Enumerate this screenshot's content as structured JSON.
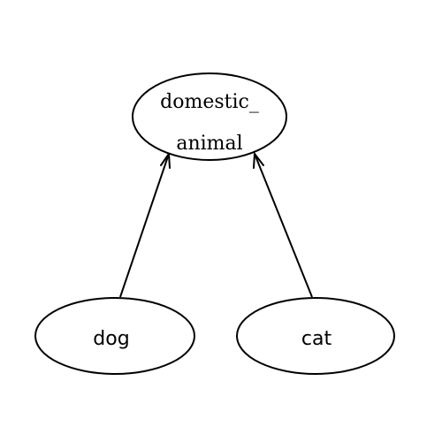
{
  "nodes": {
    "domestic_animal": {
      "line1": "domestic_",
      "line2": "animal"
    },
    "dog": {
      "label": "dog"
    },
    "cat": {
      "label": "cat"
    }
  },
  "edges": [
    {
      "from": "dog",
      "to": "domestic_animal"
    },
    {
      "from": "cat",
      "to": "domestic_animal"
    }
  ]
}
